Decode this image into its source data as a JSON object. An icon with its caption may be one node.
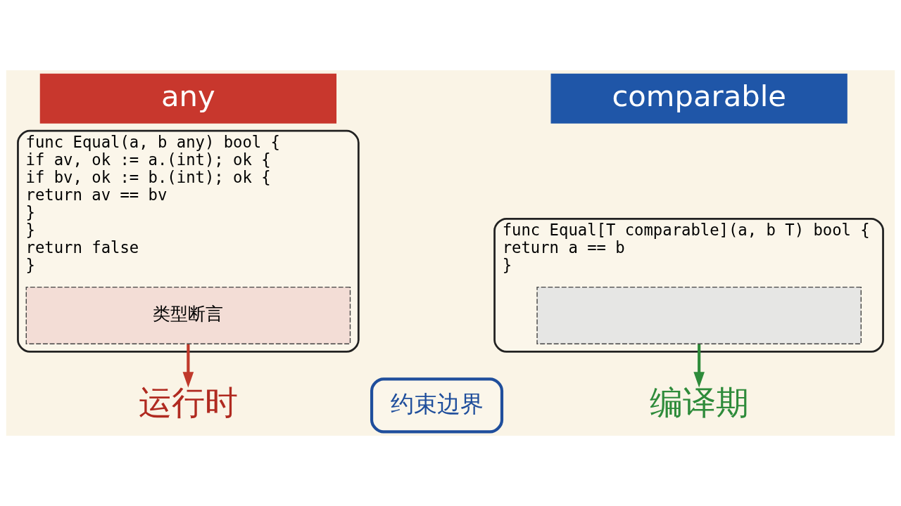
{
  "diagram": {
    "nodes": [
      {
        "text": [
          "any"
        ]
      },
      {
        "text": [
          "func Equal(a, b any) bool {",
          "if av, ok := a.(int); ok {",
          "if bv, ok := b.(int); ok {",
          "return av == bv",
          "}",
          "}",
          "return false",
          "}"
        ]
      },
      {
        "text": [
          "类型断言"
        ],
        "in": 1
      },
      {
        "text": [
          "运行时"
        ]
      },
      {
        "text": [
          "约束边界"
        ]
      },
      {
        "text": [
          "comparable"
        ]
      },
      {
        "text": [
          "func Equal[T comparable](a, b T) bool {",
          "return a == b",
          "}"
        ]
      },
      {
        "text": [],
        "shape": "box",
        "in": 6
      },
      {
        "text": [
          "编译期"
        ]
      }
    ],
    "edges": [
      {
        "from": 2,
        "to": 3,
        "arrow": "to",
        "color": "#c0392b"
      },
      {
        "from": 7,
        "to": 8,
        "arrow": "to",
        "color": "#2e8b3a"
      }
    ]
  }
}
